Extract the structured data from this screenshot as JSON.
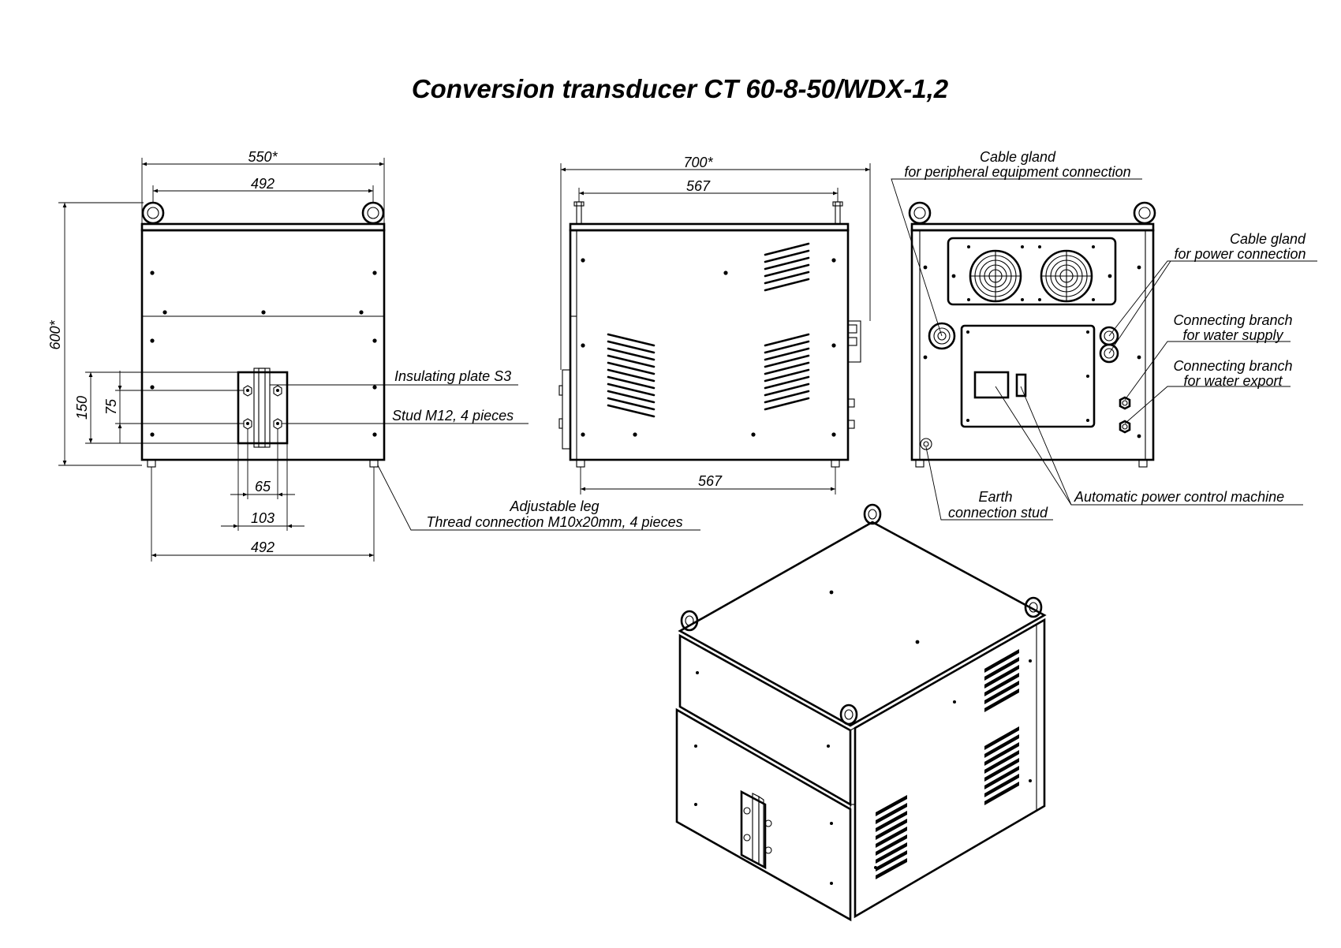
{
  "title": "Conversion transducer CT 60-8-50/WDX-1,2",
  "front_view": {
    "dim_width_overall": "550*",
    "dim_eye_spacing": "492",
    "dim_height_overall": "600*",
    "dim_terminal_150": "150",
    "dim_terminal_75": "75",
    "dim_stud_65": "65",
    "dim_stud_103": "103",
    "dim_leg_spacing": "492"
  },
  "side_view": {
    "dim_depth_overall": "700*",
    "dim_top_567": "567",
    "dim_bottom_567": "567"
  },
  "labels": {
    "insulating_plate": "Insulating plate S3",
    "stud": "Stud M12, 4  pieces",
    "adjustable_leg_1": "Adjustable leg",
    "adjustable_leg_2": "Thread connection M10x20mm, 4 pieces",
    "cable_gland_periph_1": "Cable gland",
    "cable_gland_periph_2": "for peripheral equipment connection",
    "cable_gland_power_1": "Cable gland",
    "cable_gland_power_2": "for power connection",
    "water_supply_1": "Connecting branch",
    "water_supply_2": "for water supply",
    "water_export_1": "Connecting branch",
    "water_export_2": "for water export",
    "earth_stud_1": "Earth",
    "earth_stud_2": "connection stud",
    "power_control": "Automatic power control machine"
  }
}
